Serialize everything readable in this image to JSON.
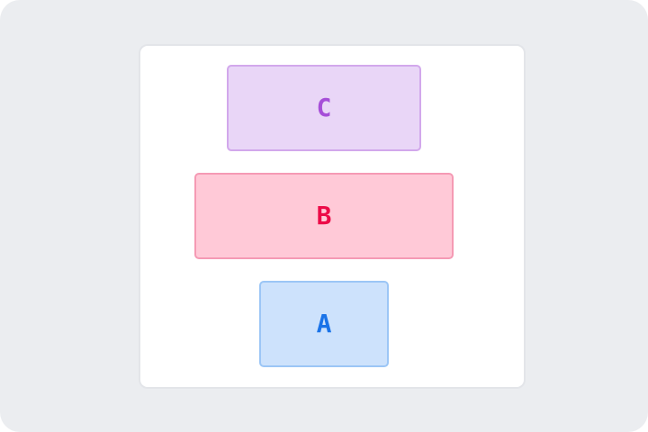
{
  "diagram": {
    "blocks": [
      {
        "label": "C",
        "fill": "#e9d6f7",
        "border": "#d2a8ec",
        "text_color": "#a64ed8"
      },
      {
        "label": "B",
        "fill": "#ffc9d7",
        "border": "#f59ab4",
        "text_color": "#ec0a47"
      },
      {
        "label": "A",
        "fill": "#cde2fc",
        "border": "#9cc6f6",
        "text_color": "#1a73e8"
      }
    ]
  },
  "colors": {
    "background": "#ebedf0",
    "card": "#ffffff",
    "card_border": "#e3e5e9"
  }
}
